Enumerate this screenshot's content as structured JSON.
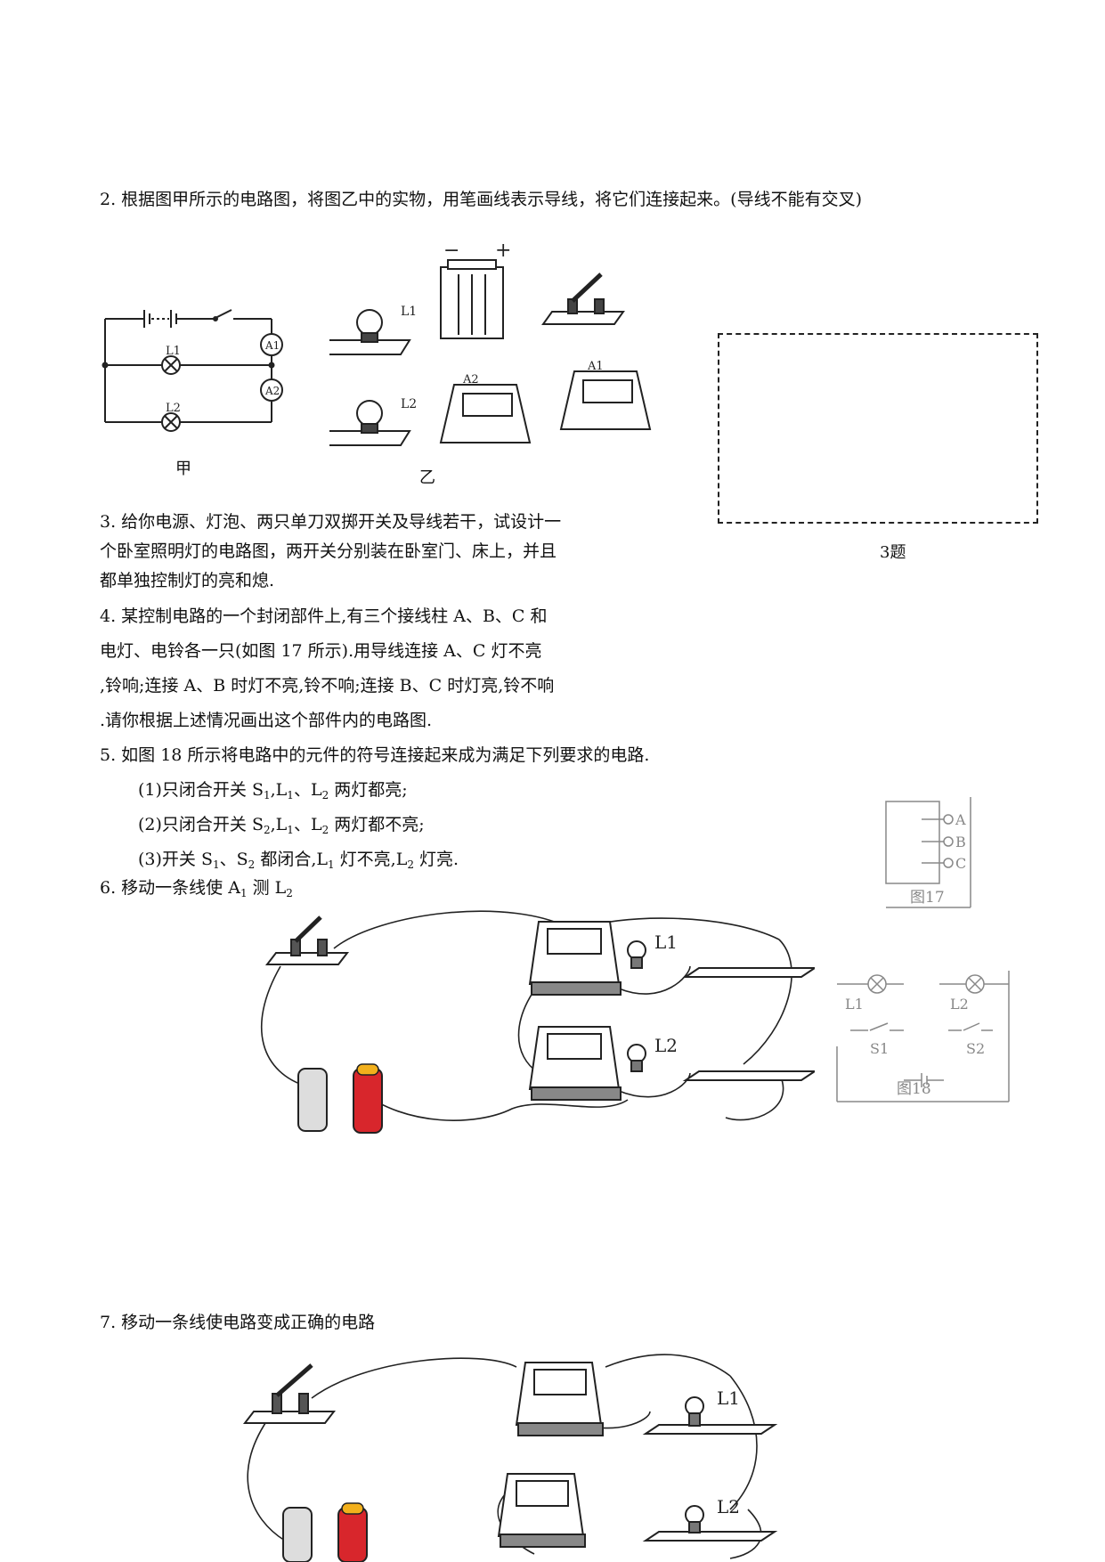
{
  "q2": {
    "text": "2. 根据图甲所示的电路图，将图乙中的实物，用笔画线表示导线，将它们连接起来。(导线不能有交叉)",
    "fig_jia_caption": "甲",
    "fig_yi_caption": "乙",
    "labels": {
      "a1": "A1",
      "a2": "A2",
      "l1": "L1",
      "l2": "L2",
      "minus": "−",
      "plus": "+"
    }
  },
  "q3": {
    "lines": [
      "3. 给你电源、灯泡、两只单刀双掷开关及导线若干，试设计一",
      "个卧室照明灯的电路图，两开关分别装在卧室门、床上，并且",
      "都单独控制灯的亮和熄."
    ],
    "box_caption": "3题"
  },
  "q4": {
    "lines": [
      "4. 某控制电路的一个封闭部件上,有三个接线柱 A、B、C 和",
      "电灯、电铃各一只(如图 17 所示).用导线连接 A、C 灯不亮",
      ",铃响;连接 A、B 时灯不亮,铃不响;连接 B、C 时灯亮,铃不响",
      ".请你根据上述情况画出这个部件内的电路图."
    ],
    "fig17": {
      "a": "A",
      "b": "B",
      "c": "C",
      "caption": "图17"
    }
  },
  "q5": {
    "text": "5. 如图 18 所示将电路中的元件的符号连接起来成为满足下列要求的电路.",
    "items": [
      {
        "n": "(1)只闭合开关 S",
        "s": "1",
        "rest1": ",L",
        "s2": "1",
        "rest2": "、L",
        "s3": "2",
        "rest3": " 两灯都亮;"
      },
      {
        "n": "(2)只闭合开关 S",
        "s": "2",
        "rest1": ",L",
        "s2": "1",
        "rest2": "、L",
        "s3": "2",
        "rest3": " 两灯都不亮;"
      },
      {
        "n": "(3)开关 S",
        "s": "1",
        "rest1": "、S",
        "s2": "2",
        "rest2": " 都闭合,L",
        "s3": "1",
        "rest3": " 灯不亮,L"
      }
    ],
    "item3_s4": "2",
    "item3_tail": " 灯亮.",
    "fig18": {
      "l1": "L1",
      "l2": "L2",
      "s1": "S1",
      "s2": "S2",
      "caption": "图18"
    }
  },
  "q6": {
    "text_pre": "6. 移动一条线使 A",
    "sub1": "1",
    "text_mid": " 测 L",
    "sub2": "2",
    "l1": "L1",
    "l2": "L2"
  },
  "q7": {
    "text": "7. 移动一条线使电路变成正确的电路",
    "l1": "L1",
    "l2": "L2"
  },
  "colors": {
    "text": "#111111",
    "figure_gray": "#888888",
    "battery_red": "#d8262c",
    "battery_yellow": "#f2b01c"
  }
}
